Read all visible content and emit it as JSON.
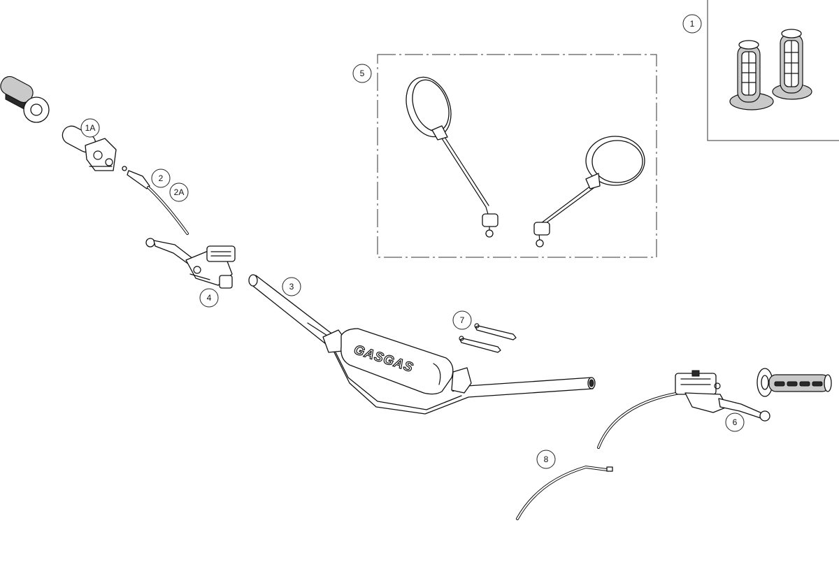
{
  "callouts": {
    "c1": "1",
    "c1a": "1A",
    "c2": "2",
    "c2a": "2A",
    "c3": "3",
    "c4": "4",
    "c5": "5",
    "c6": "6",
    "c7": "7",
    "c8": "8"
  },
  "handlebar_pad": {
    "brand": "GASGAS"
  }
}
